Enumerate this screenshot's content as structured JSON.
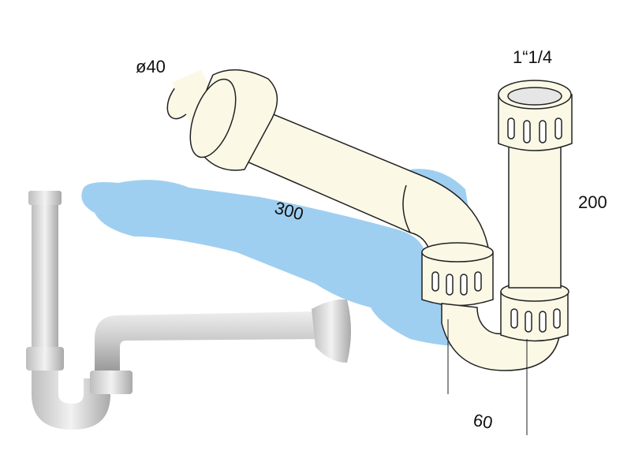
{
  "dimensions": {
    "inlet_diameter": "ø40",
    "outlet_thread": "1“1/4",
    "horizontal_length": "300",
    "vertical_length": "200",
    "offset": "60"
  },
  "colors": {
    "pipe_cream": "#fbf8e6",
    "shadow_blue": "#9fcff0",
    "photo_grey": "#d8d8d8",
    "outline": "#222222"
  }
}
